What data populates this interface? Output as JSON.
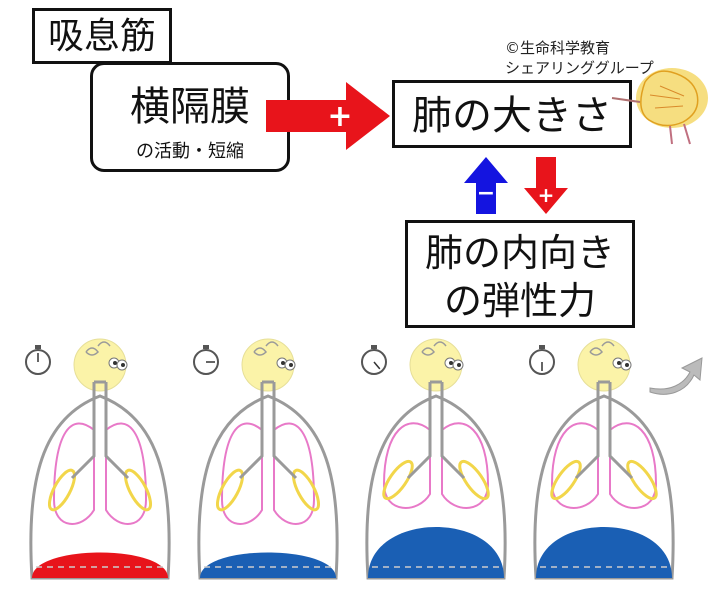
{
  "title": "吸息筋",
  "diaphragm": {
    "label": "横隔膜",
    "sublabel": "の活動・短縮"
  },
  "lung_size": {
    "label": "肺の大きさ"
  },
  "recoil": {
    "line1": "肺の内向き",
    "line2": "の弾性力"
  },
  "copyright": {
    "line1": "©生命科学教育",
    "line2": "シェアリンググループ"
  },
  "arrows": {
    "diaphragm_to_lung": {
      "sign": "+",
      "color": "#e8141b"
    },
    "recoil_up": {
      "sign": "−",
      "color": "#1414e0"
    },
    "lung_down": {
      "sign": "+",
      "color": "#e8141b"
    }
  },
  "stages": [
    {
      "diaphragm_color": "#e8141b",
      "lung_state": "deflated",
      "clock_hand": "up"
    },
    {
      "diaphragm_color": "#1a5fb4",
      "lung_state": "deflated",
      "clock_hand": "right"
    },
    {
      "diaphragm_color": "#1a5fb4",
      "lung_state": "inflated",
      "clock_hand": "down-right"
    },
    {
      "diaphragm_color": "#1a5fb4",
      "lung_state": "inflated",
      "clock_hand": "down",
      "exhale": true
    }
  ],
  "colors": {
    "lung_outline": "#e879c8",
    "muscle": "#f2d64a",
    "chest_wall": "#9a9a9a",
    "face": "#fbf3a8"
  }
}
